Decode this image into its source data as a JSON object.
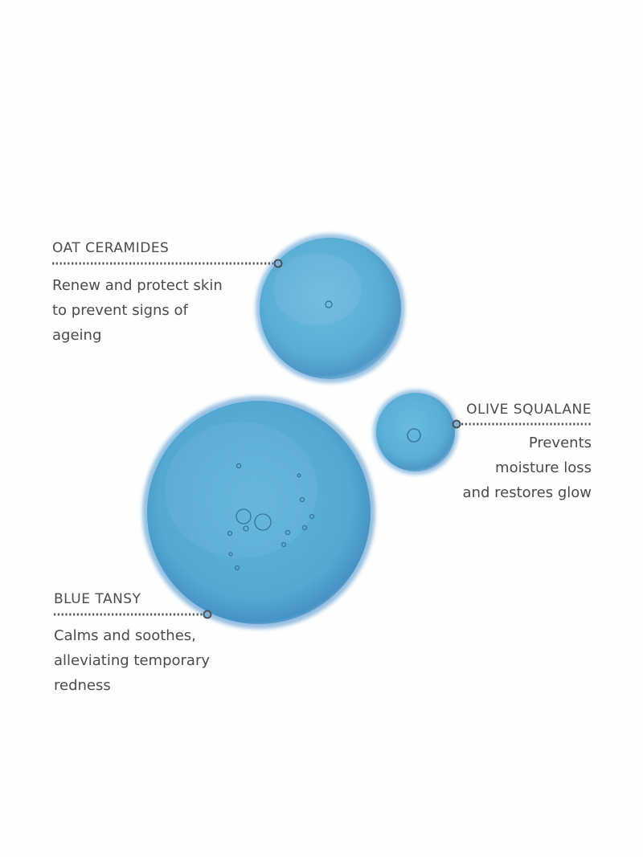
{
  "ingredients": [
    {
      "name": "OAT CERAMIDES",
      "description_lines": [
        "Renew and protect skin",
        "to prevent signs of",
        "ageing"
      ]
    },
    {
      "name": "OLIVE SQUALANE",
      "description_lines": [
        "Prevents",
        "moisture loss",
        "and restores glow"
      ]
    },
    {
      "name": "BLUE TANSY",
      "description_lines": [
        "Calms and soothes,",
        "alleviating temporary",
        "redness"
      ]
    }
  ],
  "colors": {
    "droplet_blue": "#5aaed4",
    "droplet_edge": "#3f89c0",
    "text": "#4a4b50",
    "leader_line": "#5a5c66",
    "background": "#fefefe"
  }
}
